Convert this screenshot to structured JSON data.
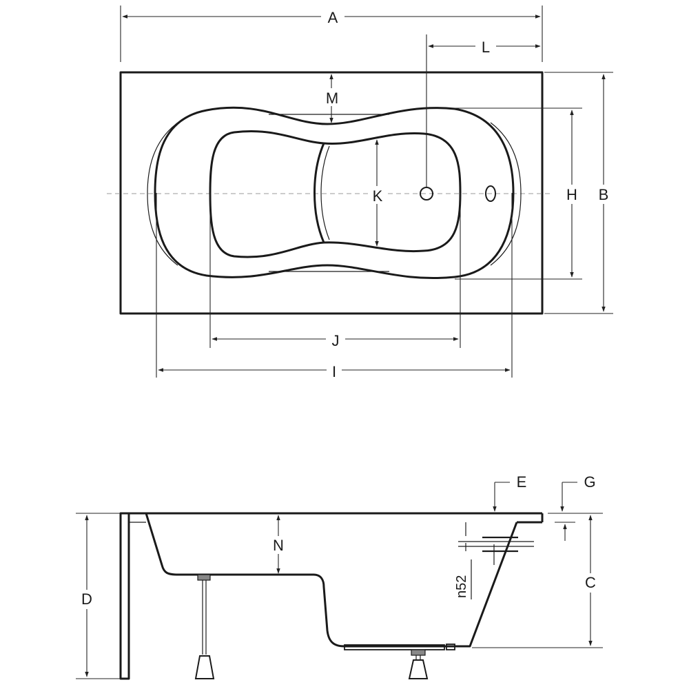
{
  "labels": {
    "A": "A",
    "B": "B",
    "C": "C",
    "D": "D",
    "E": "E",
    "G": "G",
    "H": "H",
    "I": "I",
    "J": "J",
    "K": "K",
    "L": "L",
    "M": "M",
    "N": "N",
    "drain": "n52"
  }
}
